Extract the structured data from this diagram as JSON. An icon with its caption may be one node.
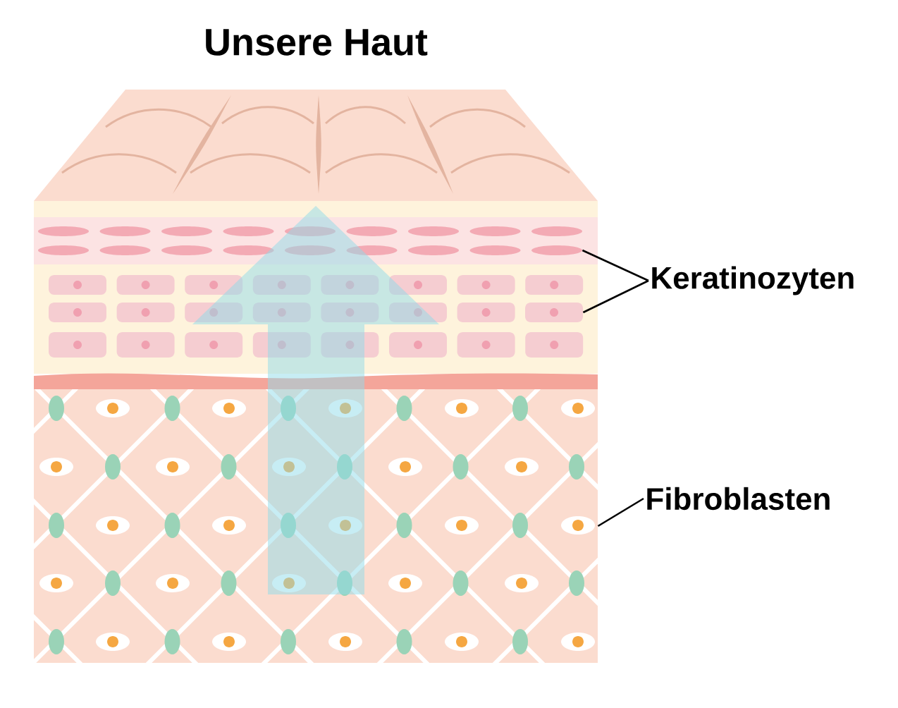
{
  "diagram": {
    "title": "Unsere Haut",
    "nodes": [
      {
        "text": [
          "Keratinozyten"
        ]
      },
      {
        "text": [],
        "shape": "ellipse"
      },
      {
        "text": [],
        "shape": "box"
      },
      {
        "text": [
          "Fibroblasten"
        ]
      },
      {
        "text": [],
        "shape": "box"
      }
    ],
    "edges": [
      {
        "from": 0,
        "to": 1,
        "arrow": "none"
      },
      {
        "from": 0,
        "to": 2,
        "arrow": "none"
      },
      {
        "from": 3,
        "to": 4,
        "arrow": "none"
      }
    ]
  }
}
